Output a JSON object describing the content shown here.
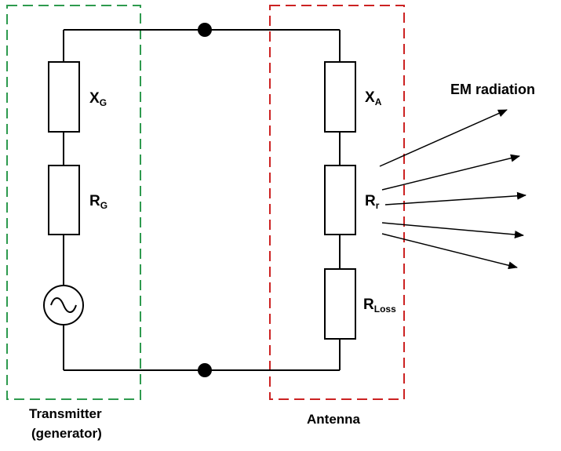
{
  "labels": {
    "xg": {
      "main": "X",
      "sub": "G"
    },
    "rg": {
      "main": "R",
      "sub": "G"
    },
    "xa": {
      "main": "X",
      "sub": "A"
    },
    "rr": {
      "main": "R",
      "sub": "r"
    },
    "rloss": {
      "main": "R",
      "sub": "Loss"
    },
    "em_radiation": "EM radiation",
    "transmitter_line1": "Transmitter",
    "transmitter_line2": "(generator)",
    "antenna": "Antenna"
  },
  "colors": {
    "wire": "#000000",
    "transmitter_box": "#2e9a4e",
    "antenna_box": "#cc2222"
  },
  "icons": {
    "source": "ac-source-icon"
  }
}
